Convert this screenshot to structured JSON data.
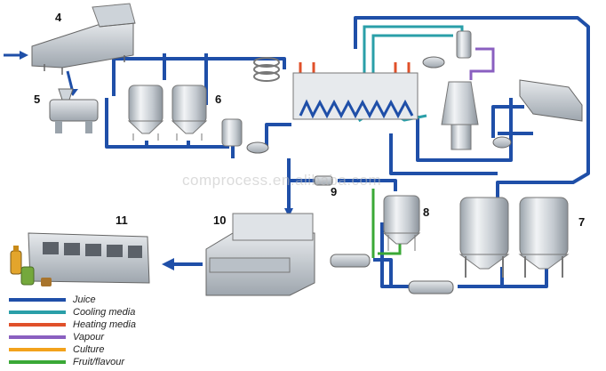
{
  "watermark": "comprocess.en.alibaba.com",
  "step_labels": [
    "4",
    "5",
    "6",
    "7",
    "8",
    "9",
    "10",
    "11"
  ],
  "legend": [
    {
      "label": "Juice",
      "color": "#1f4fa8"
    },
    {
      "label": "Cooling media",
      "color": "#2a9fa8"
    },
    {
      "label": "Heating media",
      "color": "#e0502a"
    },
    {
      "label": "Vapour",
      "color": "#8a5fc0"
    },
    {
      "label": "Culture",
      "color": "#f2a21c"
    },
    {
      "label": "Fruit/flavour",
      "color": "#3aa836"
    }
  ]
}
